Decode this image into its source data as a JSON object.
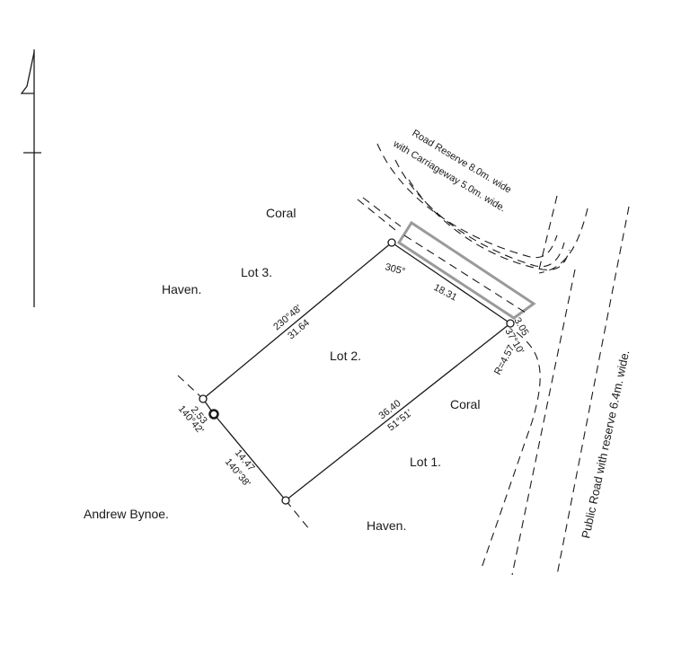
{
  "labels": {
    "coral_top": "Coral",
    "lot3": "Lot 3.",
    "haven_left": "Haven.",
    "lot2": "Lot 2.",
    "coral_right": "Coral",
    "lot1": "Lot 1.",
    "andrew": "Andrew Bynoe.",
    "haven_bottom": "Haven."
  },
  "road_reserve": {
    "line1": "Road Reserve 8.0m. wide",
    "line2": "with Carriageway 5.0m. wide."
  },
  "public_road": "Public Road with reserve 6.4m. wide.",
  "dimensions": {
    "nw_bearing": "230°48'",
    "nw_length": "31.64",
    "ne_bearing": "305°",
    "ne_length": "18.31",
    "se_bearing": "51°51'",
    "se_length": "36.40",
    "sw_upper_length": "2.53",
    "sw_upper_bearing": "140°42'",
    "sw_lower_length": "14.47",
    "sw_lower_bearing": "140°38'",
    "corner_length": "3.05",
    "corner_bearing": "37°10'",
    "radius": "R=4.57"
  }
}
